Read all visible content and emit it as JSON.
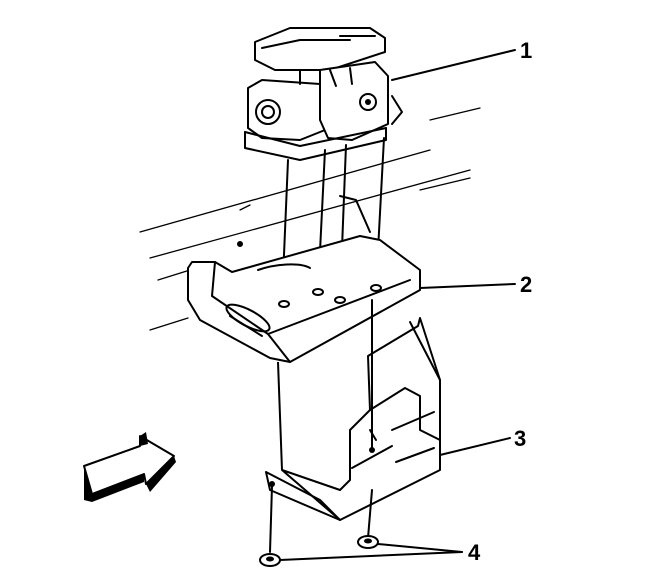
{
  "callouts": [
    {
      "id": "1",
      "label": "1",
      "part": "module"
    },
    {
      "id": "2",
      "label": "2",
      "part": "upper-bracket"
    },
    {
      "id": "3",
      "label": "3",
      "part": "lower-bracket"
    },
    {
      "id": "4",
      "label": "4",
      "part": "nuts"
    }
  ],
  "colors": {
    "line": "#000000",
    "background": "#ffffff"
  },
  "icons": {
    "direction": "forward-arrow-icon"
  }
}
